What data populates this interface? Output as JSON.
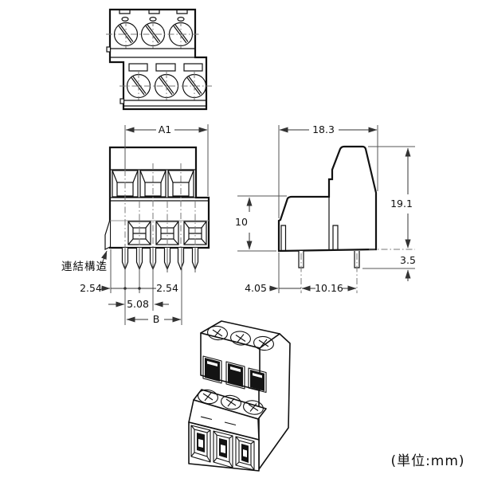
{
  "front": {
    "a1": "A1",
    "pitch_left": "2.54",
    "pitch_right": "2.54",
    "pitch_double": "5.08",
    "span": "B",
    "link_note": "連結構造"
  },
  "side": {
    "overall_width": "18.3",
    "overall_height": "19.1",
    "base_height": "10",
    "pin_length": "3.5",
    "pin_offset": "4.05",
    "row_pitch": "10.16"
  },
  "unit_note": "(単位:mm)"
}
